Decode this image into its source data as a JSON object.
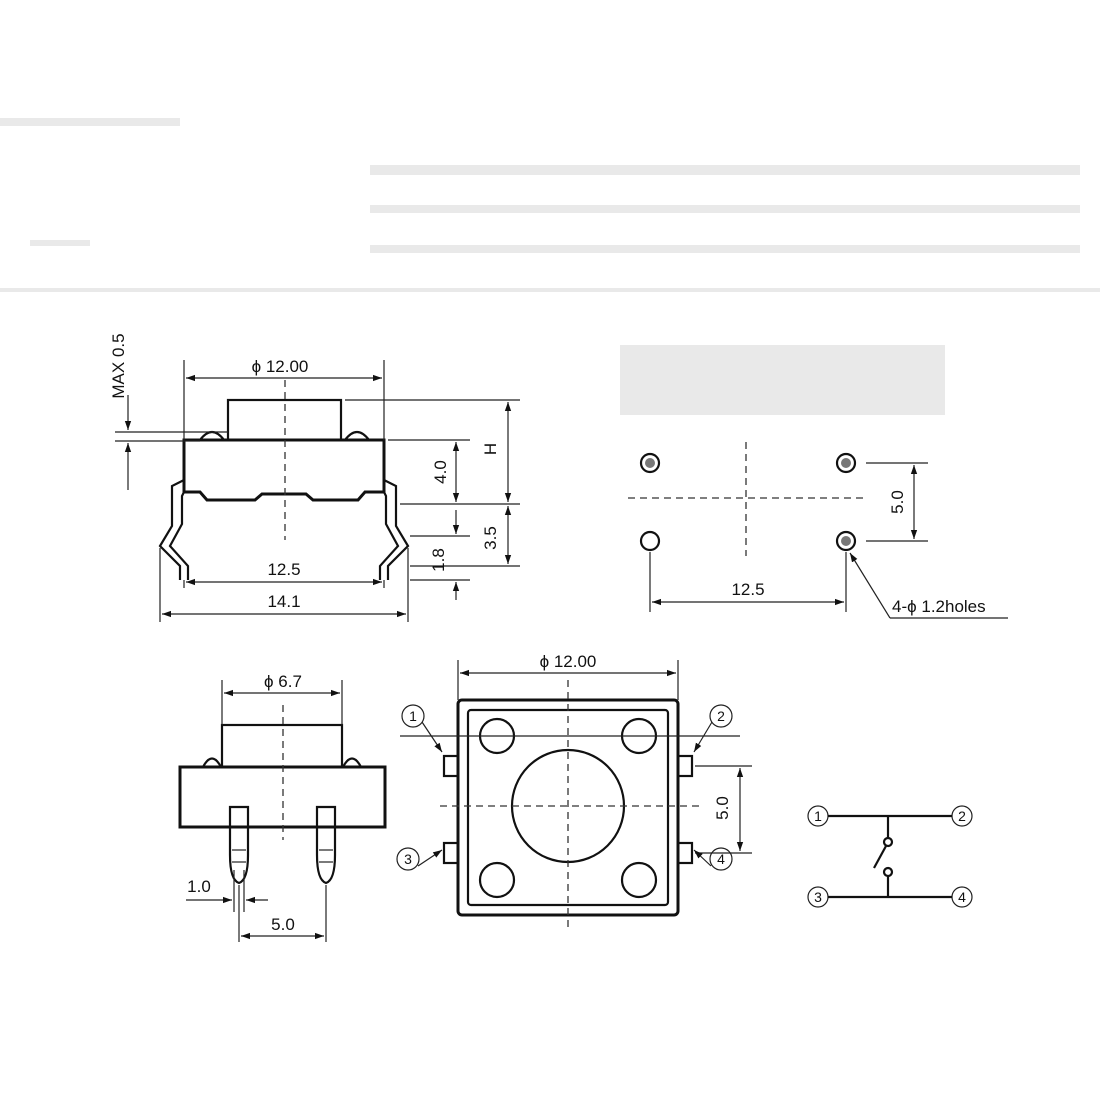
{
  "side_view": {
    "max_label": "MAX 0.5",
    "diameter_label": "ϕ 12.00",
    "height_label": "H",
    "body_label": "4.0",
    "lead_label": "3.5",
    "bend_label": "1.8",
    "pitch_label": "12.5",
    "overall_label": "14.1"
  },
  "pcb_layout": {
    "row_pitch_label": "5.0",
    "column_pitch_label": "12.5",
    "holes_label": "4-ϕ 1.2holes"
  },
  "front_view": {
    "button_label": "ϕ 6.7",
    "pin_width_label": "1.0",
    "pin_pitch_label": "5.0"
  },
  "top_view": {
    "diameter_label": "ϕ 12.00",
    "pitch_label": "5.0",
    "pins": [
      "1",
      "2",
      "3",
      "4"
    ]
  },
  "schematic": {
    "pins": [
      "1",
      "2",
      "3",
      "4"
    ]
  }
}
